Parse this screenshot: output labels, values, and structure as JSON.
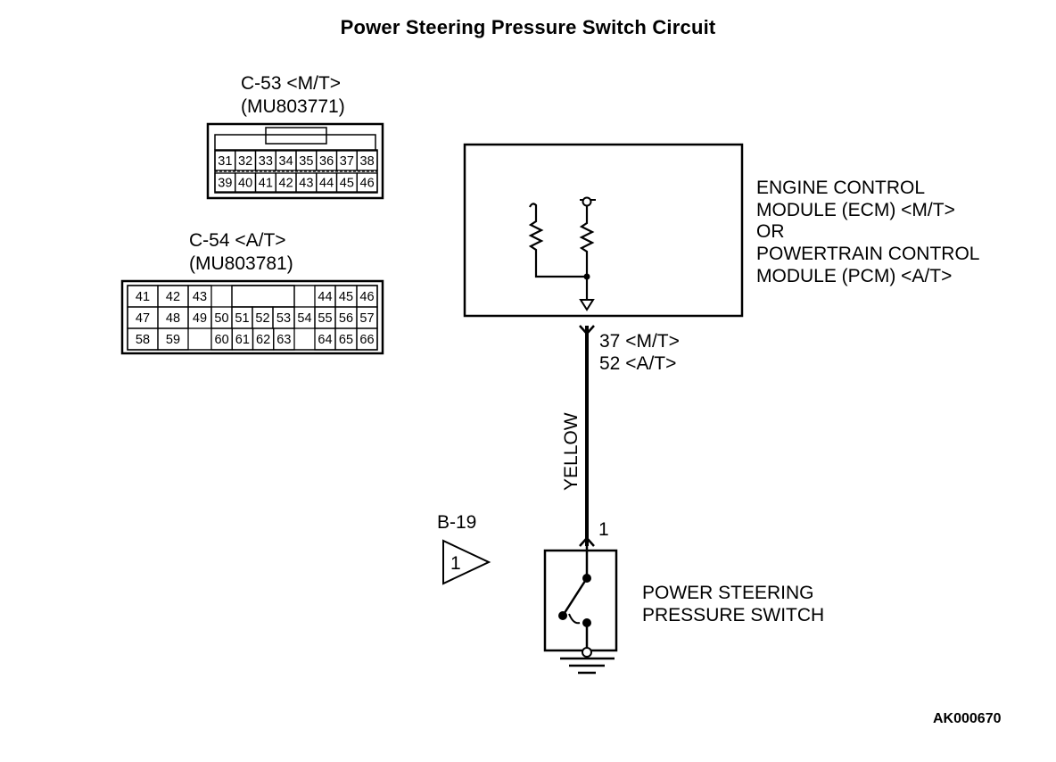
{
  "title": "Power Steering Pressure Switch Circuit",
  "connector_c53": {
    "name": "C-53 <M/T>",
    "part": "(MU803771)",
    "row1": [
      "31",
      "32",
      "33",
      "34",
      "35",
      "36",
      "37",
      "38"
    ],
    "row2": [
      "39",
      "40",
      "41",
      "42",
      "43",
      "44",
      "45",
      "46"
    ]
  },
  "connector_c54": {
    "name": "C-54 <A/T>",
    "part": "(MU803781)",
    "row1_left": [
      "41",
      "42",
      "43"
    ],
    "row1_right": [
      "44",
      "45",
      "46"
    ],
    "row2": [
      "47",
      "48",
      "49",
      "50",
      "51",
      "52",
      "53",
      "54",
      "55",
      "56",
      "57"
    ],
    "row3_left": [
      "58",
      "59"
    ],
    "row3_mid": [
      "60",
      "61",
      "62",
      "63"
    ],
    "row3_right": [
      "64",
      "65",
      "66"
    ]
  },
  "ecm": {
    "line1": "ENGINE CONTROL",
    "line2": "MODULE (ECM) <M/T>",
    "line3": "OR",
    "line4": "POWERTRAIN CONTROL",
    "line5": "MODULE (PCM) <A/T>"
  },
  "ecm_terminal": {
    "mt": "37 <M/T>",
    "at": "52 <A/T>"
  },
  "wire_color": "YELLOW",
  "switch_terminal": "1",
  "switch_connector": {
    "name": "B-19",
    "pin": "1"
  },
  "switch": {
    "line1": "POWER STEERING",
    "line2": "PRESSURE SWITCH"
  },
  "figure_code": "AK000670"
}
